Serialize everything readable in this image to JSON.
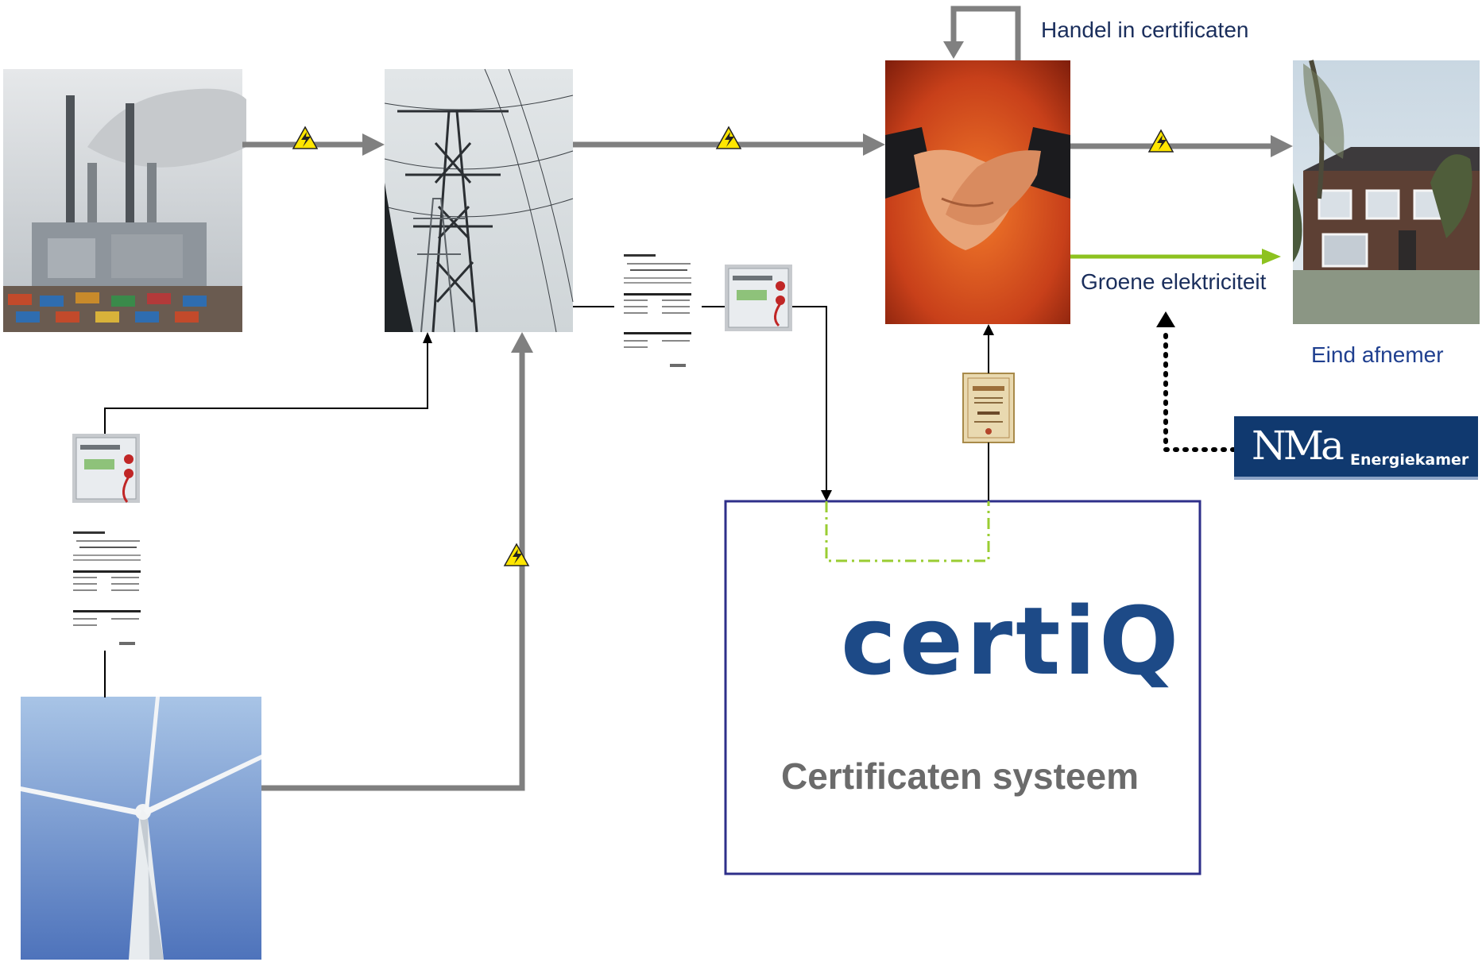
{
  "labels": {
    "trade": "Handel in certificaten",
    "green": "Groene elektriciteit",
    "end_customer": "Eind afnemer",
    "cert_system": "Certificaten systeem"
  },
  "logos": {
    "certiq": "certiQ",
    "nma_main": "NMa",
    "nma_sub": "Energiekamer"
  },
  "icons": {
    "warning": "⚡"
  },
  "colors": {
    "flow_arrow": "#808080",
    "green_arrow": "#8dc21f",
    "box_border": "#2e2f8a",
    "dashdot": "#9acd32",
    "warning_fill": "#ffe600"
  }
}
